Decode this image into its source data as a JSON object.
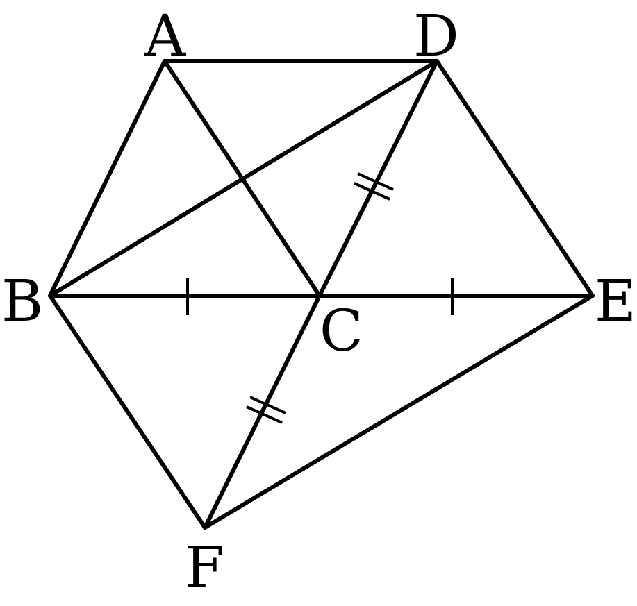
{
  "diagram": {
    "points": {
      "A": "A",
      "B": "B",
      "C": "C",
      "D": "D",
      "E": "E",
      "F": "F"
    },
    "segments": [
      [
        "A",
        "D"
      ],
      [
        "A",
        "B"
      ],
      [
        "A",
        "C"
      ],
      [
        "B",
        "D"
      ],
      [
        "B",
        "C"
      ],
      [
        "C",
        "E"
      ],
      [
        "D",
        "C"
      ],
      [
        "C",
        "F"
      ],
      [
        "D",
        "E"
      ],
      [
        "B",
        "F"
      ],
      [
        "F",
        "E"
      ]
    ],
    "equal_marks": [
      {
        "segments": [
          [
            "B",
            "C"
          ],
          [
            "C",
            "E"
          ]
        ],
        "ticks": 1
      },
      {
        "segments": [
          [
            "D",
            "C"
          ],
          [
            "C",
            "F"
          ]
        ],
        "ticks": 2
      }
    ],
    "stroke_color": "#000000",
    "background_color": "#ffffff"
  }
}
